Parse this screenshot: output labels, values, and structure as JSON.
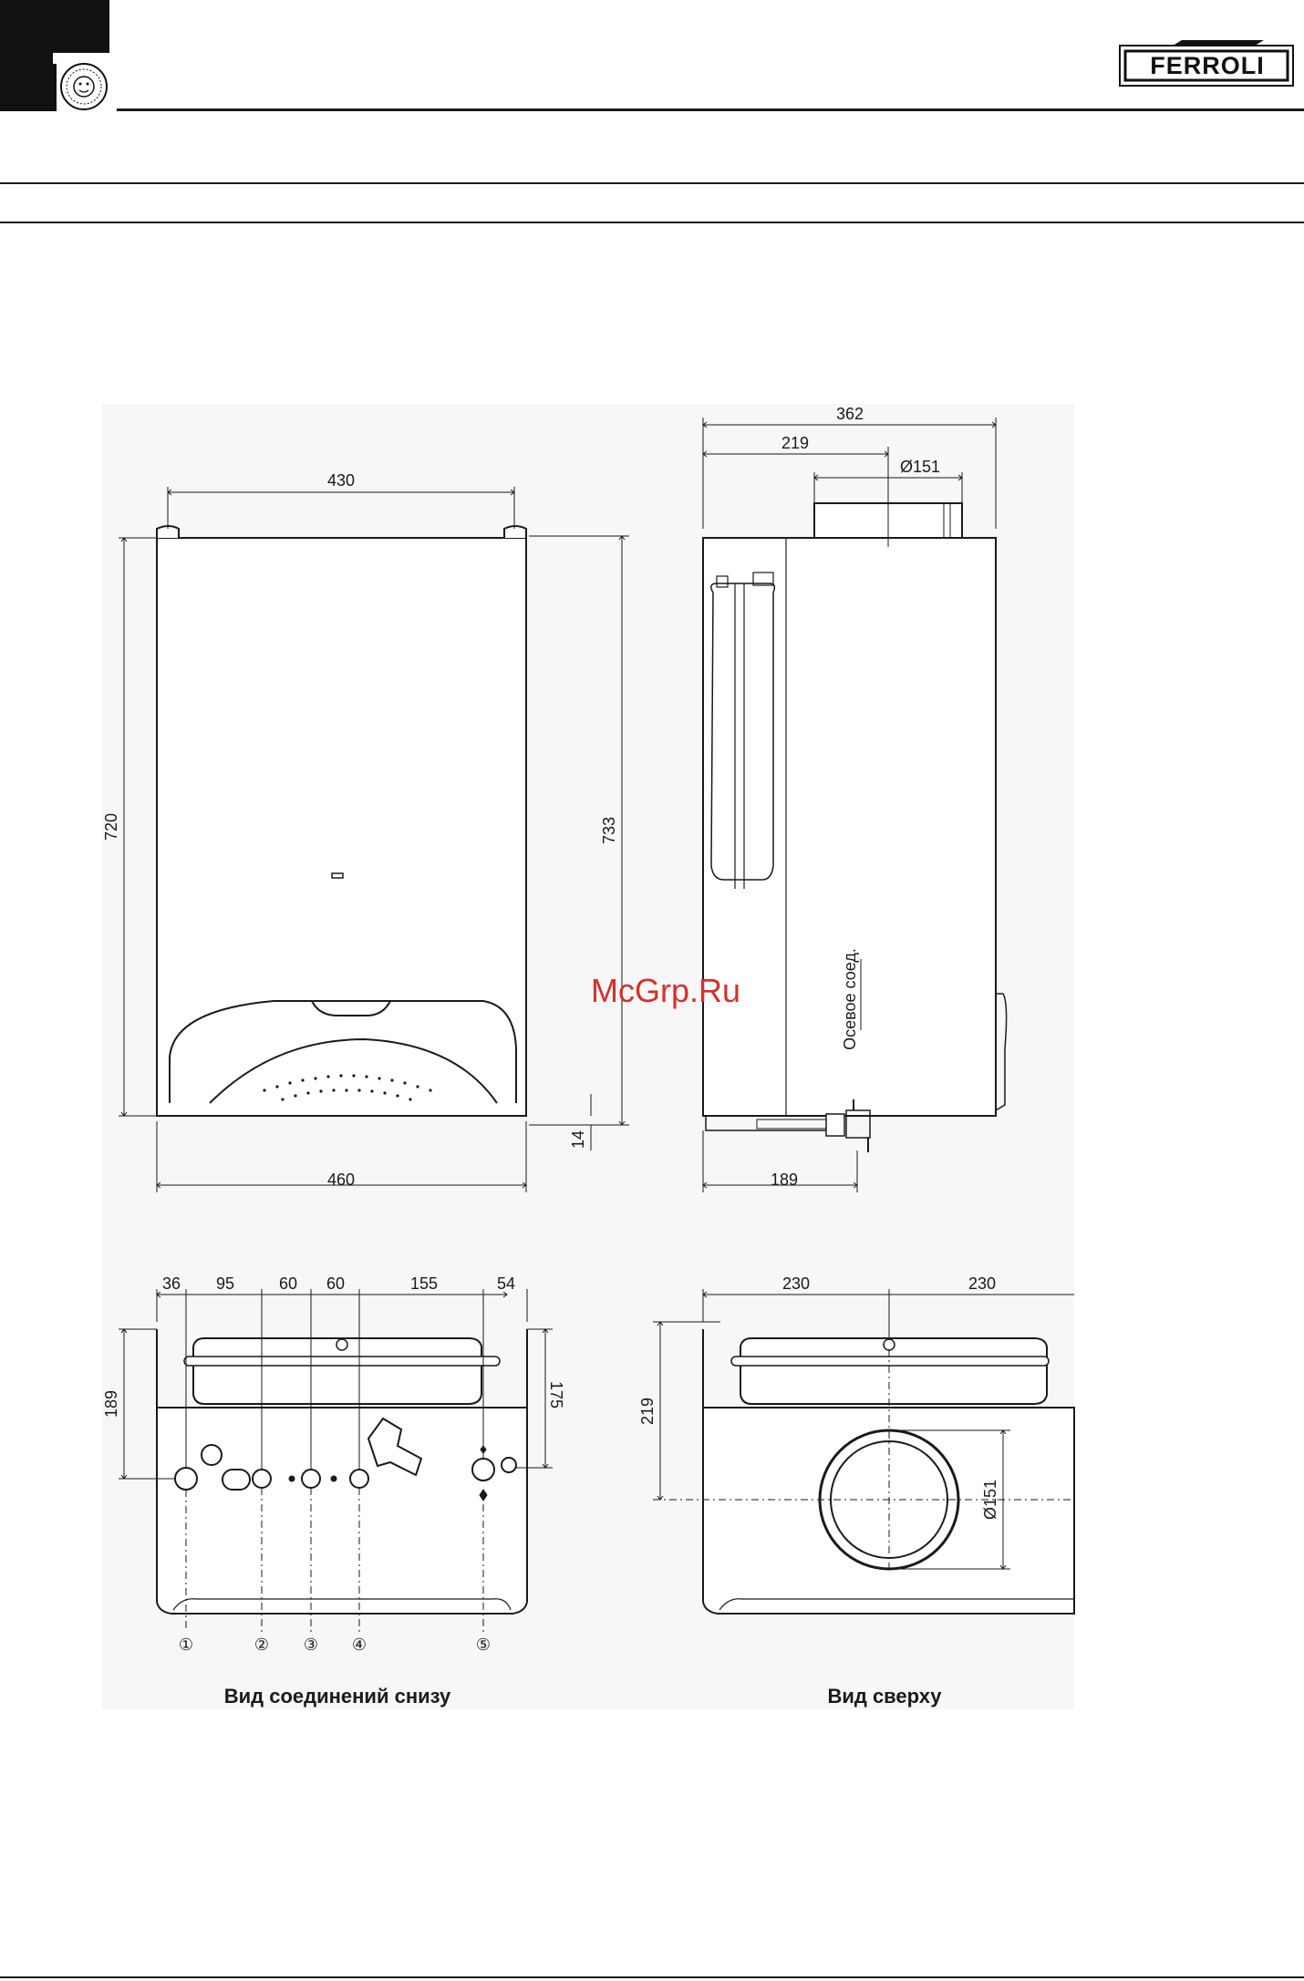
{
  "header": {
    "brand": "FERROLI",
    "colors": {
      "logo": "#111111",
      "rule": "#1a1a1a",
      "watermark": "#d2322d",
      "panel": "#f7f7f7"
    }
  },
  "watermark": "McGrp.Ru",
  "front_view": {
    "dims": {
      "top_width": "430",
      "height_left": "720",
      "height_right": "733",
      "bottom_offset": "14",
      "bottom_width": "460"
    }
  },
  "side_view": {
    "dims": {
      "total_depth": "362",
      "flue_offset": "219",
      "flue_diameter": "Ø151",
      "bottom_depth": "189"
    },
    "axis_label": "Осевое соед."
  },
  "bottom_view": {
    "dims": {
      "d1": "36",
      "d2": "95",
      "d3": "60",
      "d4": "60",
      "d5": "155",
      "d6": "54",
      "depth_left": "189",
      "depth_right": "175"
    },
    "markers": [
      "①",
      "②",
      "③",
      "④",
      "⑤"
    ],
    "caption": "Вид соединений снизу"
  },
  "top_view": {
    "dims": {
      "half_left": "230",
      "half_right": "230",
      "depth": "219",
      "flue_diameter": "Ø151"
    },
    "caption": "Вид сверху"
  },
  "icons": [
    "ferroli-f-logo-icon",
    "sun-seal-icon",
    "ferroli-badge-icon"
  ]
}
